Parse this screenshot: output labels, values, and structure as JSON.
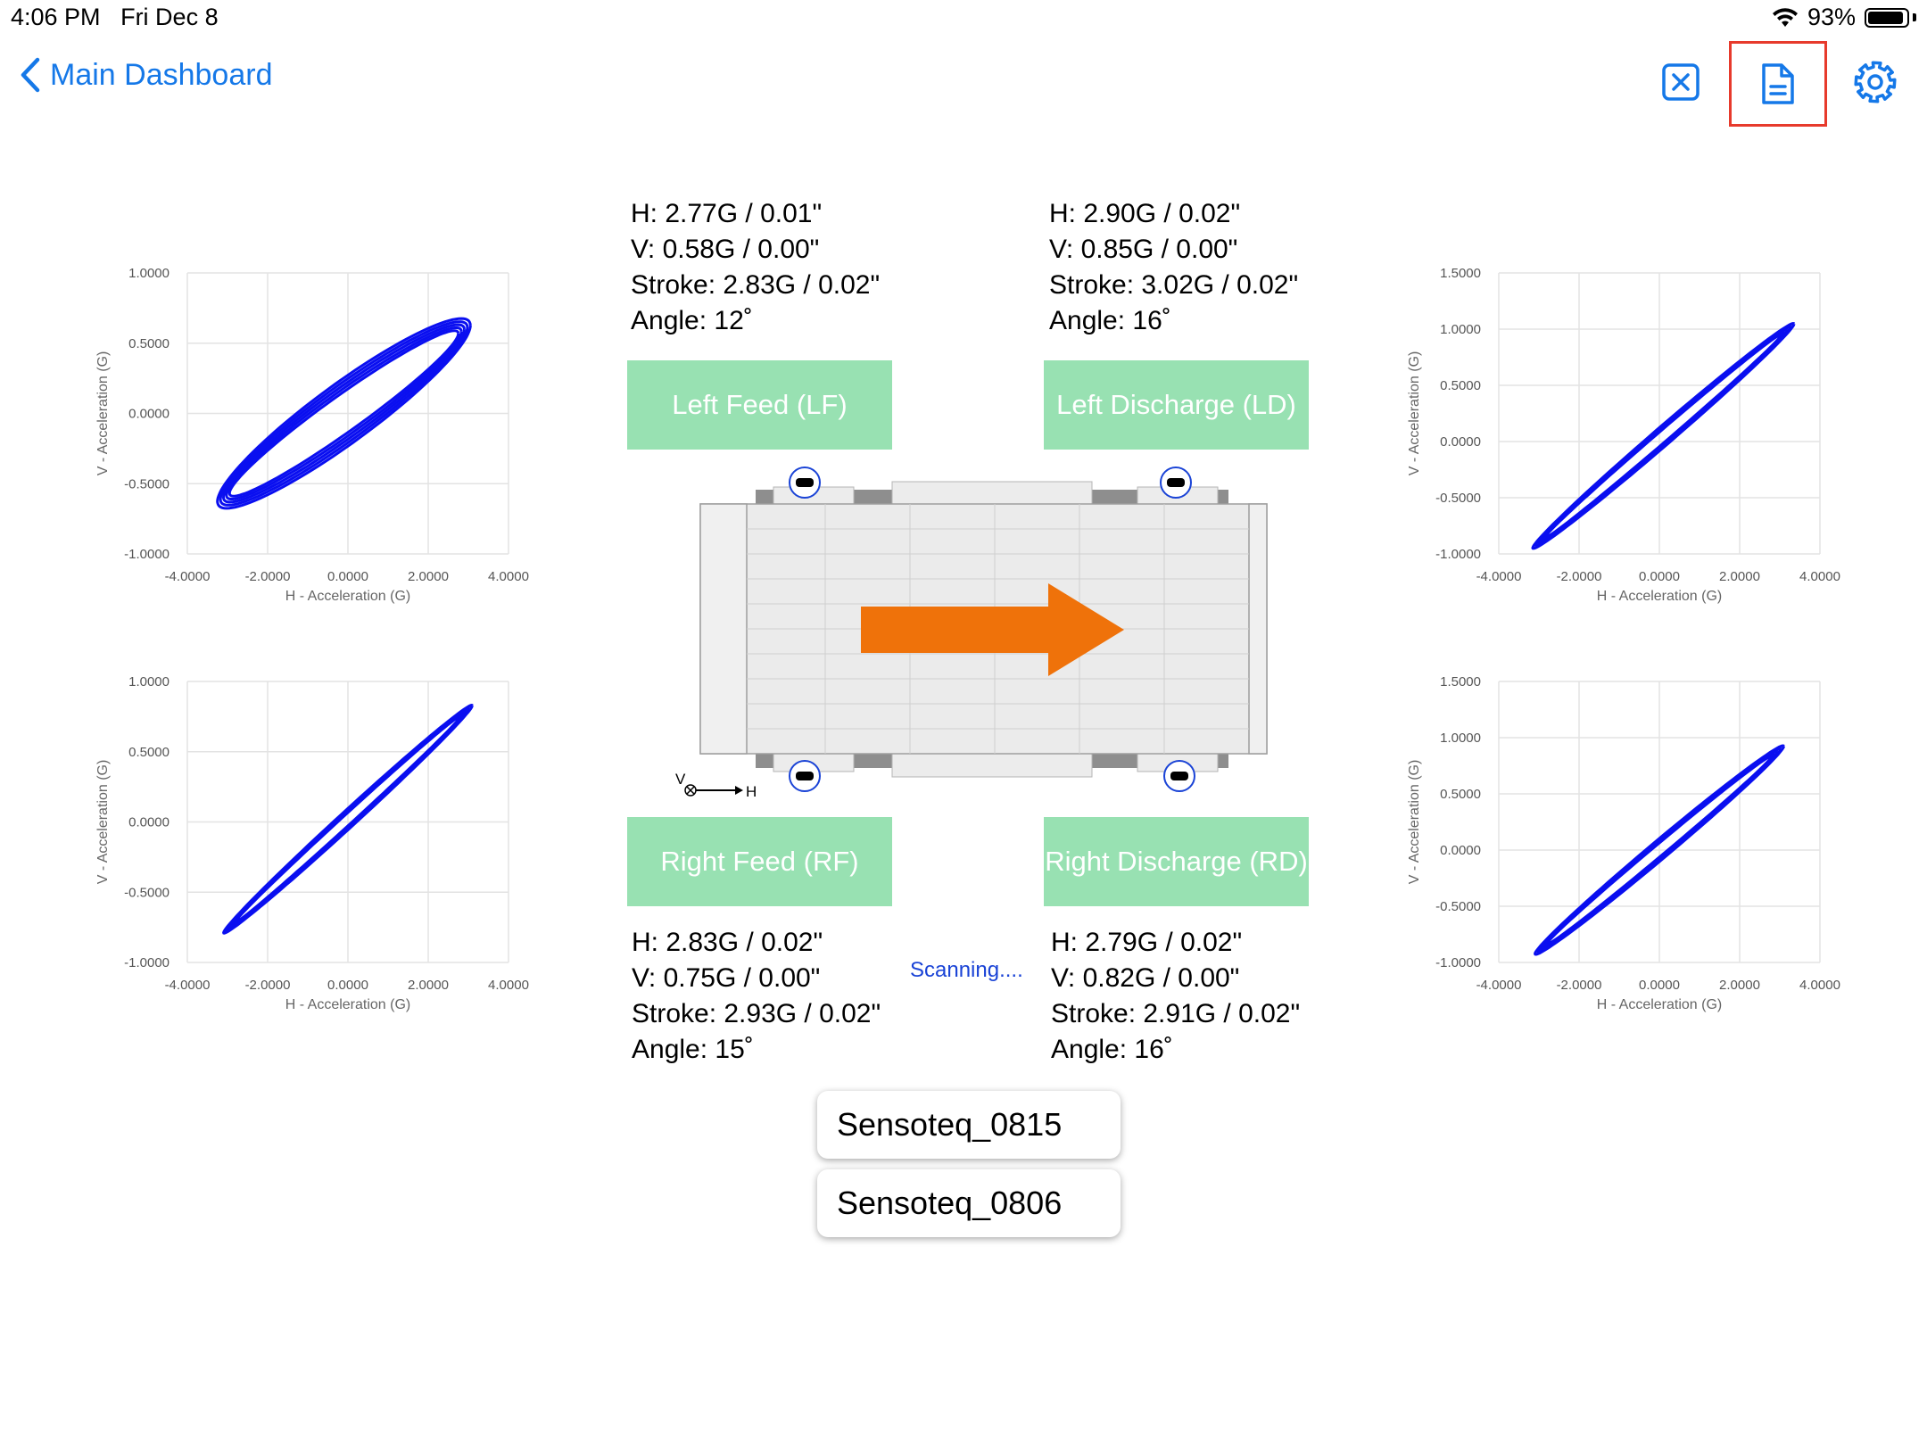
{
  "status_bar": {
    "time": "4:06 PM",
    "date": "Fri Dec 8",
    "battery": "93%",
    "battery_level": 0.93
  },
  "nav": {
    "back_label": "Main Dashboard",
    "icons": [
      "close-box-icon",
      "document-icon",
      "gear-icon"
    ]
  },
  "colors": {
    "accent": "#1578e8",
    "label_box": "#98e1b2",
    "plot_line": "#0a0ff0",
    "arrow": "#ef720a",
    "highlight": "#e73a2c"
  },
  "readings": {
    "lf": {
      "h": "H: 2.77G / 0.01\"",
      "v": "V: 0.58G / 0.00\"",
      "stroke": "Stroke: 2.83G / 0.02\"",
      "angle": "Angle: 12˚"
    },
    "ld": {
      "h": "H: 2.90G / 0.02\"",
      "v": "V: 0.85G / 0.00\"",
      "stroke": "Stroke: 3.02G / 0.02\"",
      "angle": "Angle: 16˚"
    },
    "rf": {
      "h": "H: 2.83G / 0.02\"",
      "v": "V: 0.75G / 0.00\"",
      "stroke": "Stroke: 2.93G / 0.02\"",
      "angle": "Angle: 15˚"
    },
    "rd": {
      "h": "H: 2.79G / 0.02\"",
      "v": "V: 0.82G / 0.00\"",
      "stroke": "Stroke: 2.91G / 0.02\"",
      "angle": "Angle: 16˚"
    }
  },
  "labels": {
    "lf": "Left Feed (LF)",
    "ld": "Left Discharge (LD)",
    "rf": "Right Feed (RF)",
    "rd": "Right Discharge (RD)"
  },
  "scanning": "Scanning....",
  "axis_indicator": {
    "v": "V",
    "h": "H"
  },
  "sensors": [
    "Sensoteq_0815",
    "Sensoteq_0806"
  ],
  "chart_data": [
    {
      "type": "line",
      "position": "top-left",
      "xlabel": "H - Acceleration (G)",
      "ylabel": "V - Acceleration (G)",
      "xlim": [
        -4,
        4
      ],
      "ylim": [
        -1,
        1
      ],
      "xticks": [
        "-4.0000",
        "-2.0000",
        "0.0000",
        "2.0000",
        "4.0000"
      ],
      "yticks": [
        "1.0000",
        "0.5000",
        "0.0000",
        "-0.5000",
        "-1.0000"
      ],
      "ellipse": {
        "center_x": -0.1,
        "center_y": 0.0,
        "semi_major_x": 3.0,
        "semi_major_y": 0.6,
        "semi_minor": 0.2
      },
      "grid": true
    },
    {
      "type": "line",
      "position": "top-right",
      "xlabel": "H - Acceleration (G)",
      "ylabel": "V - Acceleration (G)",
      "xlim": [
        -4,
        4
      ],
      "ylim": [
        -1,
        1.5
      ],
      "xticks": [
        "-4.0000",
        "-2.0000",
        "0.0000",
        "2.0000",
        "4.0000"
      ],
      "yticks": [
        "1.5000",
        "1.0000",
        "0.5000",
        "0.0000",
        "-0.5000",
        "-1.0000"
      ],
      "ellipse": {
        "center_x": 0.1,
        "center_y": 0.05,
        "semi_major_x": 3.1,
        "semi_major_y": 0.95,
        "semi_minor": 0.08
      },
      "grid": true
    },
    {
      "type": "line",
      "position": "bottom-left",
      "xlabel": "H - Acceleration (G)",
      "ylabel": "V - Acceleration (G)",
      "xlim": [
        -4,
        4
      ],
      "ylim": [
        -1,
        1
      ],
      "xticks": [
        "-4.0000",
        "-2.0000",
        "0.0000",
        "2.0000",
        "4.0000"
      ],
      "yticks": [
        "1.0000",
        "0.5000",
        "0.0000",
        "-0.5000",
        "-1.0000"
      ],
      "ellipse": {
        "center_x": 0.0,
        "center_y": 0.02,
        "semi_major_x": 2.95,
        "semi_major_y": 0.77,
        "semi_minor": 0.06
      },
      "grid": true
    },
    {
      "type": "line",
      "position": "bottom-right",
      "xlabel": "H - Acceleration (G)",
      "ylabel": "V - Acceleration (G)",
      "xlim": [
        -4,
        4
      ],
      "ylim": [
        -1,
        1.5
      ],
      "xticks": [
        "-4.0000",
        "-2.0000",
        "0.0000",
        "2.0000",
        "4.0000"
      ],
      "yticks": [
        "1.5000",
        "1.0000",
        "0.5000",
        "0.0000",
        "-0.5000",
        "-1.0000"
      ],
      "ellipse": {
        "center_x": 0.0,
        "center_y": 0.0,
        "semi_major_x": 2.95,
        "semi_major_y": 0.88,
        "semi_minor": 0.08
      },
      "grid": true
    }
  ]
}
